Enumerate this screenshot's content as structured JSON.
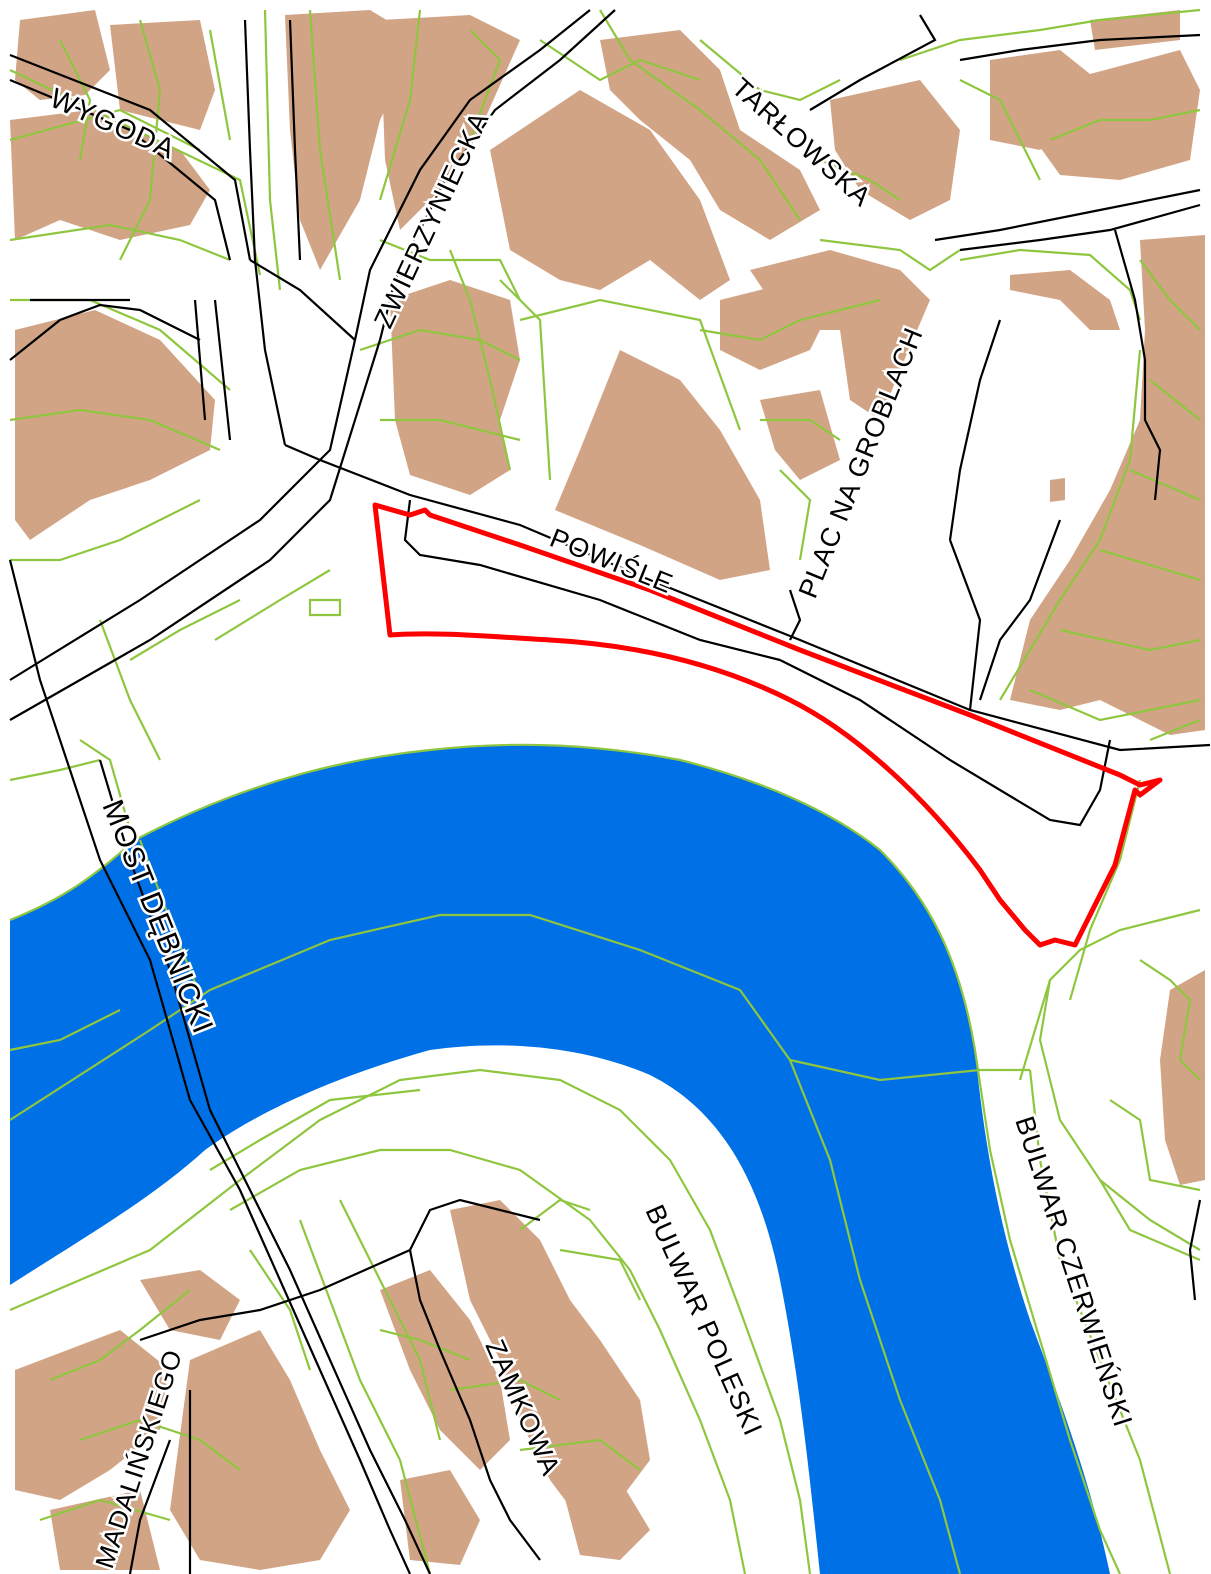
{
  "colors": {
    "background": "#ffffff",
    "river": "#0070e6",
    "building": "#d1a485",
    "parcel_line": "#8fc63f",
    "road_line": "#000000",
    "highlight": "#ff0000"
  },
  "map": {
    "highlighted_area": "highlighted-parcel",
    "streets": {
      "wygoda": "WYGODA",
      "zwierzyniecka": "ZWIERZYNIECKA",
      "tarlowska": "TARŁOWSKA",
      "plac_na_groblach": "PLAC NA GROBLACH",
      "powisle": "POWIŚLE",
      "most_debnicki": "MOST DĘBNICKI",
      "bulwar_czerwienski": "BULWAR CZERWIEŃSKI",
      "bulwar_poleski": "BULWAR POLESKI",
      "zamkowa": "ZAMKOWA",
      "madalinskiego": "MADALIŃSKIEGO"
    }
  }
}
